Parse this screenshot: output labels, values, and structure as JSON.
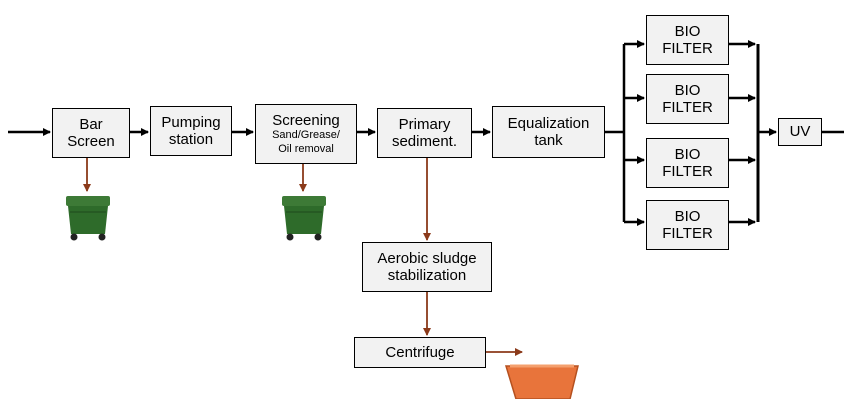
{
  "diagram": {
    "nodes": {
      "bar_screen": {
        "line1": "Bar",
        "line2": "Screen"
      },
      "pumping_station": {
        "line1": "Pumping",
        "line2": "station"
      },
      "screening": {
        "line1": "Screening",
        "line2": "Sand/Grease/",
        "line3": "Oil removal"
      },
      "primary_sediment": {
        "line1": "Primary",
        "line2": "sediment."
      },
      "equalization_tank": {
        "line1": "Equalization",
        "line2": "tank"
      },
      "bio_filters": [
        {
          "line1": "BIO",
          "line2": "FILTER"
        },
        {
          "line1": "BIO",
          "line2": "FILTER"
        },
        {
          "line1": "BIO",
          "line2": "FILTER"
        },
        {
          "line1": "BIO",
          "line2": "FILTER"
        }
      ],
      "uv": {
        "label": "UV"
      },
      "aerobic_sludge": {
        "line1": "Aerobic sludge",
        "line2": "stabilization"
      },
      "centrifuge": {
        "label": "Centrifuge"
      }
    },
    "icons": [
      "waste-bin-icon",
      "waste-bin-icon",
      "skip-container-icon"
    ],
    "colors": {
      "main_flow": "#000000",
      "waste_flow": "#8b3a1a",
      "bin": "#2e6b2a",
      "skip": "#e8743b"
    }
  }
}
